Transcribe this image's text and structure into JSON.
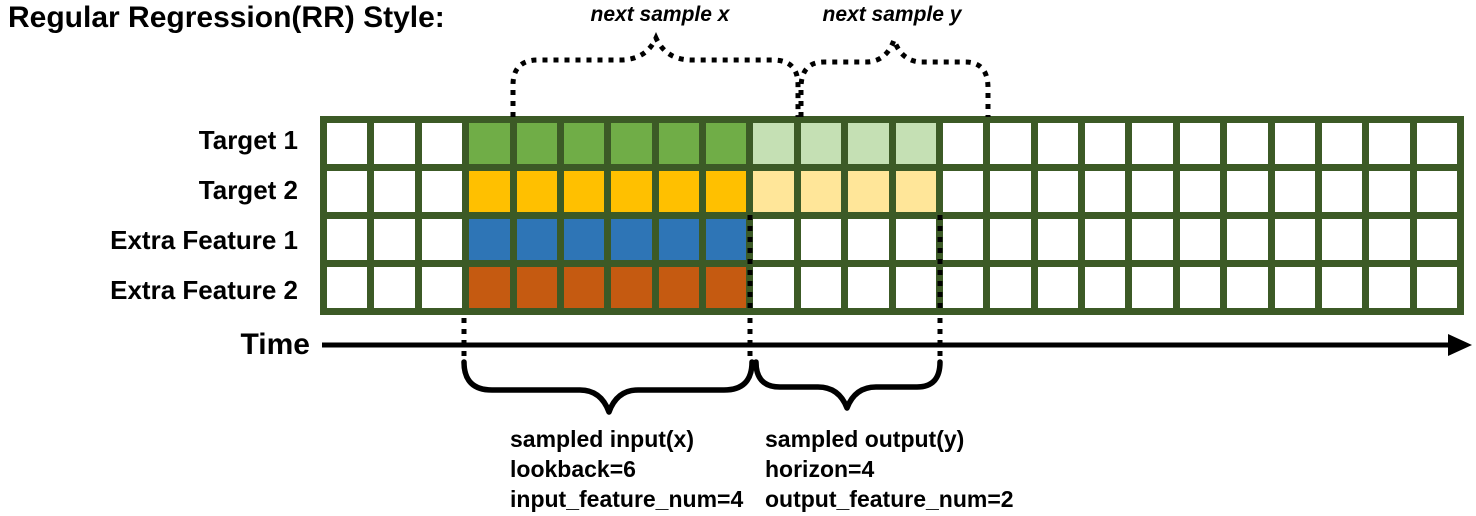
{
  "title": "Regular Regression(RR) Style:",
  "colors": {
    "grid_line": "#3C5A26",
    "target1_input": "#70AD47",
    "target1_output": "#C5E0B4",
    "target2_input": "#FFC000",
    "target2_output": "#FFE699",
    "extra1_input": "#2E75B6",
    "extra2_input": "#C55A11",
    "ink": "#000000"
  },
  "grid": {
    "total_columns": 24,
    "lead_in_columns": 3,
    "lookback": 6,
    "horizon": 4,
    "rows": [
      {
        "label": "Target 1",
        "input_fill": "#70AD47",
        "output_fill": "#C5E0B4"
      },
      {
        "label": "Target 2",
        "input_fill": "#FFC000",
        "output_fill": "#FFE699"
      },
      {
        "label": "Extra Feature 1",
        "input_fill": "#2E75B6",
        "output_fill": null
      },
      {
        "label": "Extra Feature 2",
        "input_fill": "#C55A11",
        "output_fill": null
      }
    ]
  },
  "annotations": {
    "next_sample_x": "next sample x",
    "next_sample_y": "next sample y",
    "time_label": "Time",
    "input_lines": [
      "sampled input(x)",
      "lookback=6",
      "input_feature_num=4"
    ],
    "output_lines": [
      "sampled output(y)",
      "horizon=4",
      "output_feature_num=2"
    ]
  }
}
